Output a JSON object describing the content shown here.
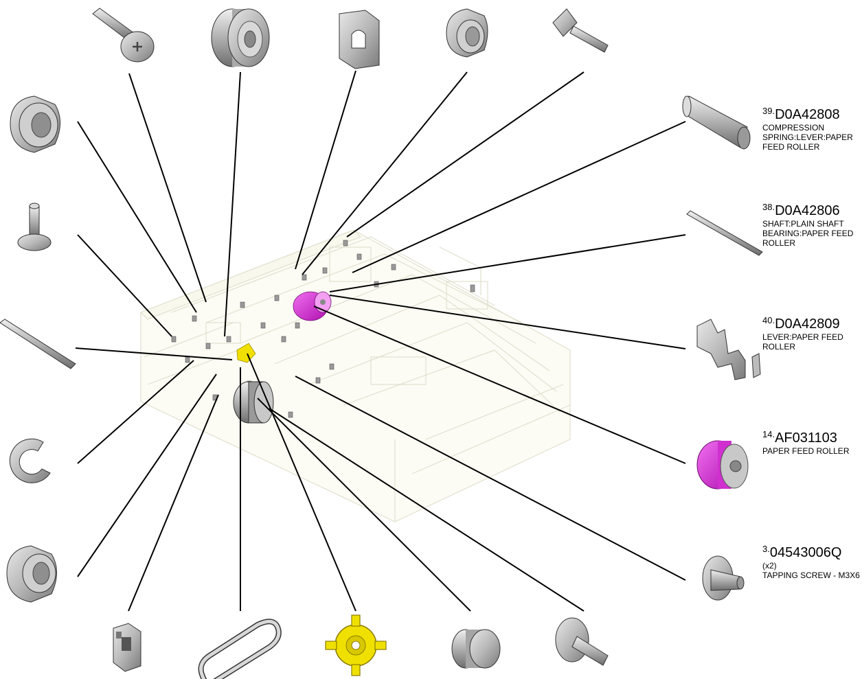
{
  "parts": [
    {
      "index": "39.",
      "number": "D0A42808",
      "qty": "",
      "description": "COMPRESSION SPRING:LEVER:PAPER FEED ROLLER",
      "color": "#c8c8c8"
    },
    {
      "index": "38.",
      "number": "D0A42806",
      "qty": "",
      "description": "SHAFT:PLAIN SHAFT BEARING:PAPER FEED ROLLER",
      "color": "#c8c8c8"
    },
    {
      "index": "40.",
      "number": "D0A42809",
      "qty": "",
      "description": "LEVER:PAPER FEED ROLLER",
      "color": "#c8c8c8"
    },
    {
      "index": "14.",
      "number": "AF031103",
      "qty": "",
      "description": "PAPER FEED ROLLER",
      "color": "#e020e0"
    },
    {
      "index": "3.",
      "number": "04543006Q",
      "qty": "(x2)",
      "description": "TAPPING SCREW - M3X6",
      "color": "#c8c8c8"
    }
  ],
  "thumbnails": {
    "top": [
      "screw-icon",
      "roller-icon",
      "bracket-icon",
      "bushing-icon",
      "stepped-screw-icon"
    ],
    "left": [
      "bushing-icon",
      "pin-icon",
      "shaft-icon",
      "e-ring-icon",
      "bushing-icon"
    ],
    "bottom": [
      "sensor-icon",
      "belt-icon",
      "gear-icon",
      "motor-icon",
      "stepped-screw-icon"
    ]
  },
  "colors": {
    "highlight_roller": "#e020e0",
    "gear": "#f0e000",
    "part_gray": "#c0c0c0"
  }
}
